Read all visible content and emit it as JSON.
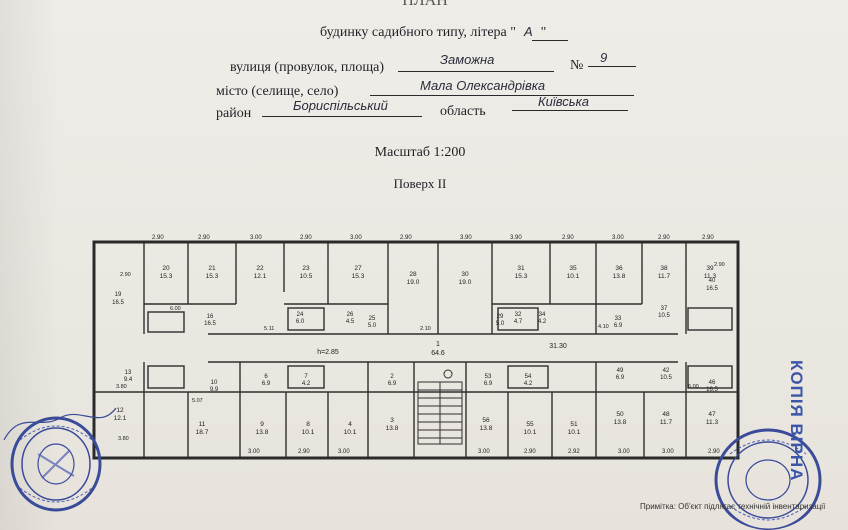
{
  "header": {
    "title_fragment": "ПЛАН",
    "building_label": "будинку садибного типу, літера \"",
    "building_letter": "А",
    "building_close": "\"",
    "street_label": "вулиця (провулок, площа)",
    "street_value": "Заможна",
    "number_label": "№",
    "number_value": "9",
    "city_label": "місто (селище, село)",
    "city_value": "Мала Олександрівка",
    "district_label": "район",
    "district_value": "Бориспільський",
    "region_label": "область",
    "region_value": "Київська",
    "scale": "Масштаб 1:200",
    "floor": "Поверх II"
  },
  "plan": {
    "top_dims": [
      "2.90",
      "2.90",
      "3.00",
      "2.90",
      "3.00",
      "2.90",
      "3.90",
      "3.90",
      "2.90",
      "3.00",
      "2.90",
      "2.90"
    ],
    "rooms_top": [
      {
        "num": "20",
        "area": "15.3"
      },
      {
        "num": "21",
        "area": "15.3"
      },
      {
        "num": "22",
        "area": "12.1"
      },
      {
        "num": "23",
        "area": "10.5"
      },
      {
        "num": "27",
        "area": "15.3"
      },
      {
        "num": "28",
        "area": "19.0"
      },
      {
        "num": "30",
        "area": "19.0"
      },
      {
        "num": "31",
        "area": "15.3"
      },
      {
        "num": "35",
        "area": "10.1"
      },
      {
        "num": "36",
        "area": "13.8"
      },
      {
        "num": "38",
        "area": "11.7"
      },
      {
        "num": "39",
        "area": "11.3"
      }
    ],
    "rooms_mid": [
      {
        "num": "19",
        "area": "16.5"
      },
      {
        "num": "16",
        "area": "16.5"
      },
      {
        "num": "24",
        "area": "6.0"
      },
      {
        "num": "26",
        "area": "4.5"
      },
      {
        "num": "25",
        "area": "5.0"
      },
      {
        "num": "29",
        "area": "5.0"
      },
      {
        "num": "32",
        "area": "4.7"
      },
      {
        "num": "34",
        "area": "4.2"
      },
      {
        "num": "33",
        "area": "6.9"
      },
      {
        "num": "37",
        "area": "10.5"
      },
      {
        "num": "40",
        "area": "16.5"
      }
    ],
    "corridor": {
      "num": "1",
      "area": "64.6",
      "length": "31.30",
      "width": "h=2.85"
    },
    "rooms_low": [
      {
        "num": "13",
        "area": "9.4"
      },
      {
        "num": "10",
        "area": "9.9"
      },
      {
        "num": "6",
        "area": "6.9"
      },
      {
        "num": "7",
        "area": "4.2"
      },
      {
        "num": "2",
        "area": "6.9"
      },
      {
        "num": "53",
        "area": "6.9"
      },
      {
        "num": "54",
        "area": "4.2"
      },
      {
        "num": "49",
        "area": "6.9"
      },
      {
        "num": "42",
        "area": "10.5"
      },
      {
        "num": "46",
        "area": "16.5"
      }
    ],
    "rooms_bottom": [
      {
        "num": "12",
        "area": "12.1"
      },
      {
        "num": "11",
        "area": "18.7"
      },
      {
        "num": "9",
        "area": "13.8"
      },
      {
        "num": "8",
        "area": "10.1"
      },
      {
        "num": "4",
        "area": "10.1"
      },
      {
        "num": "3",
        "area": "13.8"
      },
      {
        "num": "56",
        "area": "13.8"
      },
      {
        "num": "55",
        "area": "10.1"
      },
      {
        "num": "51",
        "area": "10.1"
      },
      {
        "num": "50",
        "area": "13.8"
      },
      {
        "num": "48",
        "area": "11.7"
      },
      {
        "num": "47",
        "area": "11.3"
      }
    ],
    "bottom_dims": [
      "3.00",
      "2.90",
      "3.00",
      "3.00",
      "2.90",
      "2.92",
      "3.00",
      "3.00",
      "2.90"
    ],
    "side_dims": [
      "2.90",
      "6.00",
      "5.11",
      "2.10",
      "4.10",
      "3.80",
      "5.07",
      "6.00",
      "3.80",
      "2.90"
    ]
  },
  "stamp_text": "КОПІЯ ВІРНА",
  "footnote": "Примітка: Об'єкт підлягає технічній інвентаризації"
}
